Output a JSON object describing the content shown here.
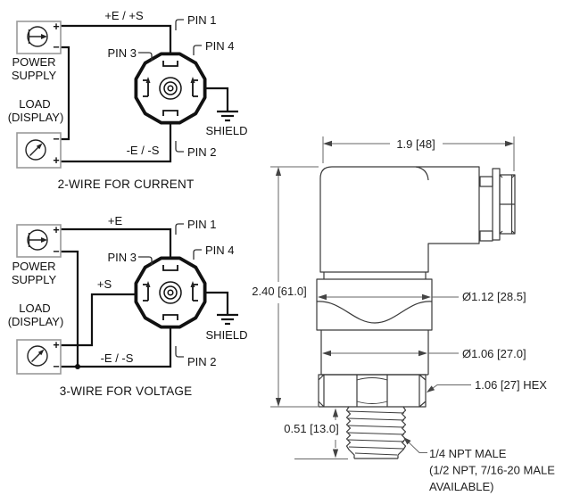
{
  "wiring": {
    "power_supply": {
      "line1": "POWER",
      "line2": "SUPPLY"
    },
    "load": {
      "line1": "LOAD",
      "line2": "(DISPLAY)"
    },
    "plus": "+",
    "minus": "−",
    "pins": {
      "p1": "PIN 1",
      "p2": "PIN 2",
      "p3": "PIN 3",
      "p4": "PIN 4"
    },
    "shield": "SHIELD",
    "two_wire": {
      "caption": "2-WIRE FOR CURRENT",
      "excitation_label": "+E / +S",
      "return_label": "-E / -S"
    },
    "three_wire": {
      "caption": "3-WIRE FOR VOLTAGE",
      "excitation_label": "+E",
      "sense_label": "+S",
      "return_label": "-E / -S"
    }
  },
  "dimensions": {
    "width": "1.9 [48]",
    "height": "2.40 [61.0]",
    "upper_diameter": "Ø1.12 [28.5]",
    "body_diameter": "Ø1.06 [27.0]",
    "hex": "1.06 [27] HEX",
    "thread_length": "0.51 [13.0]",
    "thread_note1": "1/4 NPT MALE",
    "thread_note2": "(1/2 NPT, 7/16-20 MALE",
    "thread_note3": "AVAILABLE)"
  },
  "colors": {
    "ink": "#111111",
    "drawing_line": "#3a3a3a",
    "dimension_line": "#666666",
    "box_border": "#9a9a9a",
    "background": "#ffffff"
  }
}
